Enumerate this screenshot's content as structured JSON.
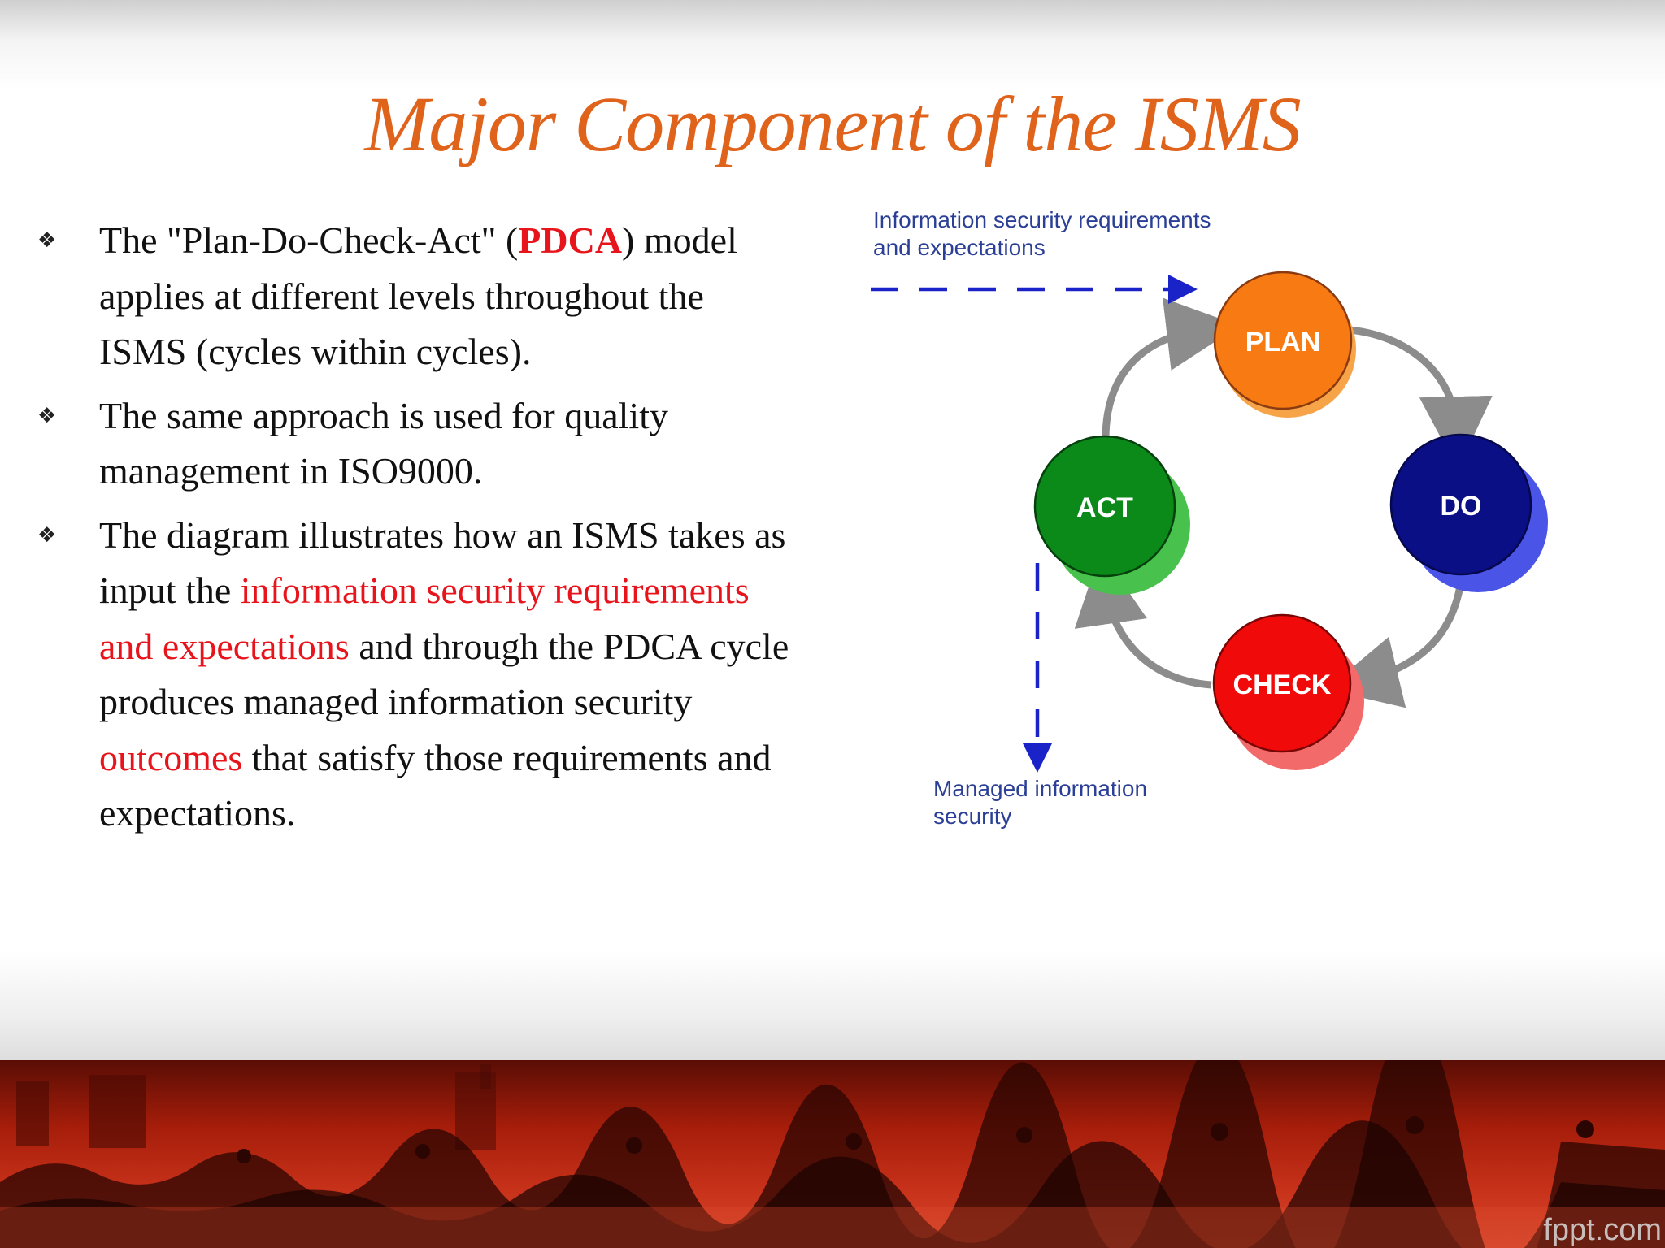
{
  "slide": {
    "title": "Major Component of the ISMS",
    "bullets": [
      {
        "segments": [
          {
            "text": "The \"Plan-Do-Check-Act\" (",
            "style": "normal"
          },
          {
            "text": "PDCA",
            "style": "hl-bold"
          },
          {
            "text": ") model applies at different levels throughout the ISMS (cycles within cycles).",
            "style": "normal"
          }
        ]
      },
      {
        "segments": [
          {
            "text": "The same approach is used for quality management in ISO9000.",
            "style": "normal"
          }
        ]
      },
      {
        "segments": [
          {
            "text": "The diagram illustrates how an ISMS takes as input the ",
            "style": "normal"
          },
          {
            "text": "information security requirements and expectations",
            "style": "hl"
          },
          {
            "text": " and through the PDCA cycle produces managed information security ",
            "style": "normal"
          },
          {
            "text": "outcomes",
            "style": "hl"
          },
          {
            "text": " that satisfy those requirements and expectations.",
            "style": "normal"
          }
        ]
      }
    ]
  },
  "diagram": {
    "input_label": "Information security requirements and expectations",
    "output_label": "Managed information security",
    "nodes": [
      {
        "id": "plan",
        "label": "PLAN",
        "color": "#f77a12",
        "shadow": "#f7a347"
      },
      {
        "id": "do",
        "label": "DO",
        "color": "#0b0f85",
        "shadow": "#4a55e8"
      },
      {
        "id": "check",
        "label": "CHECK",
        "color": "#f00a0a",
        "shadow": "#f26a6a"
      },
      {
        "id": "act",
        "label": "ACT",
        "color": "#0b8a1a",
        "shadow": "#48c24c"
      }
    ],
    "arrow_color": "#8c8c8c",
    "flow_color": "#1a23c8"
  },
  "footer": {
    "watermark": "fppt.com"
  },
  "icons": {
    "bullet": "diamond-bullet-icon"
  }
}
